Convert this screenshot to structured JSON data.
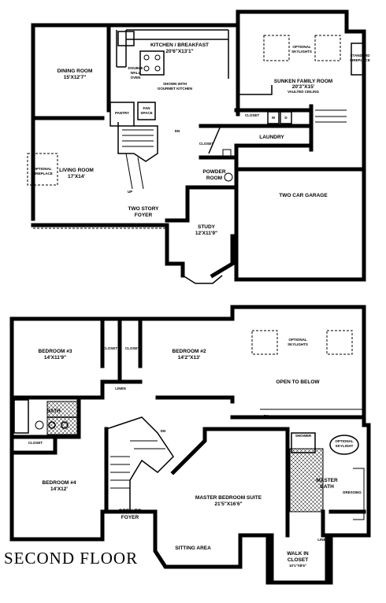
{
  "first_floor": {
    "kitchen": "KITCHEN / BREAKFAST",
    "kitchen_dim": "20'6\"X13'1\"",
    "dining": "DINING ROOM",
    "dining_dim": "15'X12'7\"",
    "double_wall_oven": [
      "DOUBLE",
      "WALL",
      "OVEN"
    ],
    "gourmet_kitchen": [
      "SHOWN WITH",
      "GOURMET KITCHEN"
    ],
    "family": "SUNKEN FAMILY ROOM",
    "family_dim": "20'3\"X15'",
    "vaulted": "VAULTED CEILING",
    "optional_skylights": [
      "OPTIONAL",
      "SKYLIGHTS"
    ],
    "standard_fireplace": [
      "STANDARD",
      "FIREPLACE"
    ],
    "pantry": "PANTRY",
    "fan_space": [
      "FAN",
      "SPACE"
    ],
    "closet_mud": "CLOSET",
    "laundry": "LAUNDRY",
    "closet_foyer": "CLOSET",
    "powder": [
      "POWDER",
      "ROOM"
    ],
    "living": "LIVING ROOM",
    "living_dim": "17'X14'",
    "optional_fireplace": [
      "OPTIONAL",
      "FIREPLACE"
    ],
    "foyer": [
      "TWO STORY",
      "FOYER"
    ],
    "study": "STUDY",
    "study_dim": "12'X11'9\"",
    "garage": "TWO CAR GARAGE",
    "up": "UP",
    "dn": "DN",
    "w": "W",
    "d": "D"
  },
  "second_floor": {
    "bed3": "BEDROOM #3",
    "bed3_dim": "14'X11'9\"",
    "closet_a": "CLOSET",
    "closet_b": "CLOSET",
    "bed2": "BEDROOM #2",
    "bed2_dim": "14'2\"X13'",
    "linen": "LINEN",
    "open_below": "OPEN TO BELOW",
    "optional_skylights": [
      "OPTIONAL",
      "SKYLIGHTS"
    ],
    "bath": "BATH",
    "closet_c": "CLOSET",
    "bed4": "BEDROOM #4",
    "bed4_dim": "14'X12'",
    "open_foyer": [
      "OPEN TO",
      "FOYER"
    ],
    "master": "MASTER BEDROOM SUITE",
    "master_dim": "21'5\"X16'6\"",
    "shower": "SHOWER",
    "optional_skylight": [
      "OPTIONAL",
      "SKYLIGHT"
    ],
    "master_bath": [
      "MASTER",
      "BATH"
    ],
    "dressing": "DRESSING",
    "linen_b": "LINEN",
    "sitting": "SITTING AREA",
    "walkin": [
      "WALK IN",
      "CLOSET"
    ],
    "walkin_dim": "10'1\"X8'6\"",
    "dn": "DN",
    "dn2": "DN"
  },
  "floor_title": "SECOND FLOOR"
}
